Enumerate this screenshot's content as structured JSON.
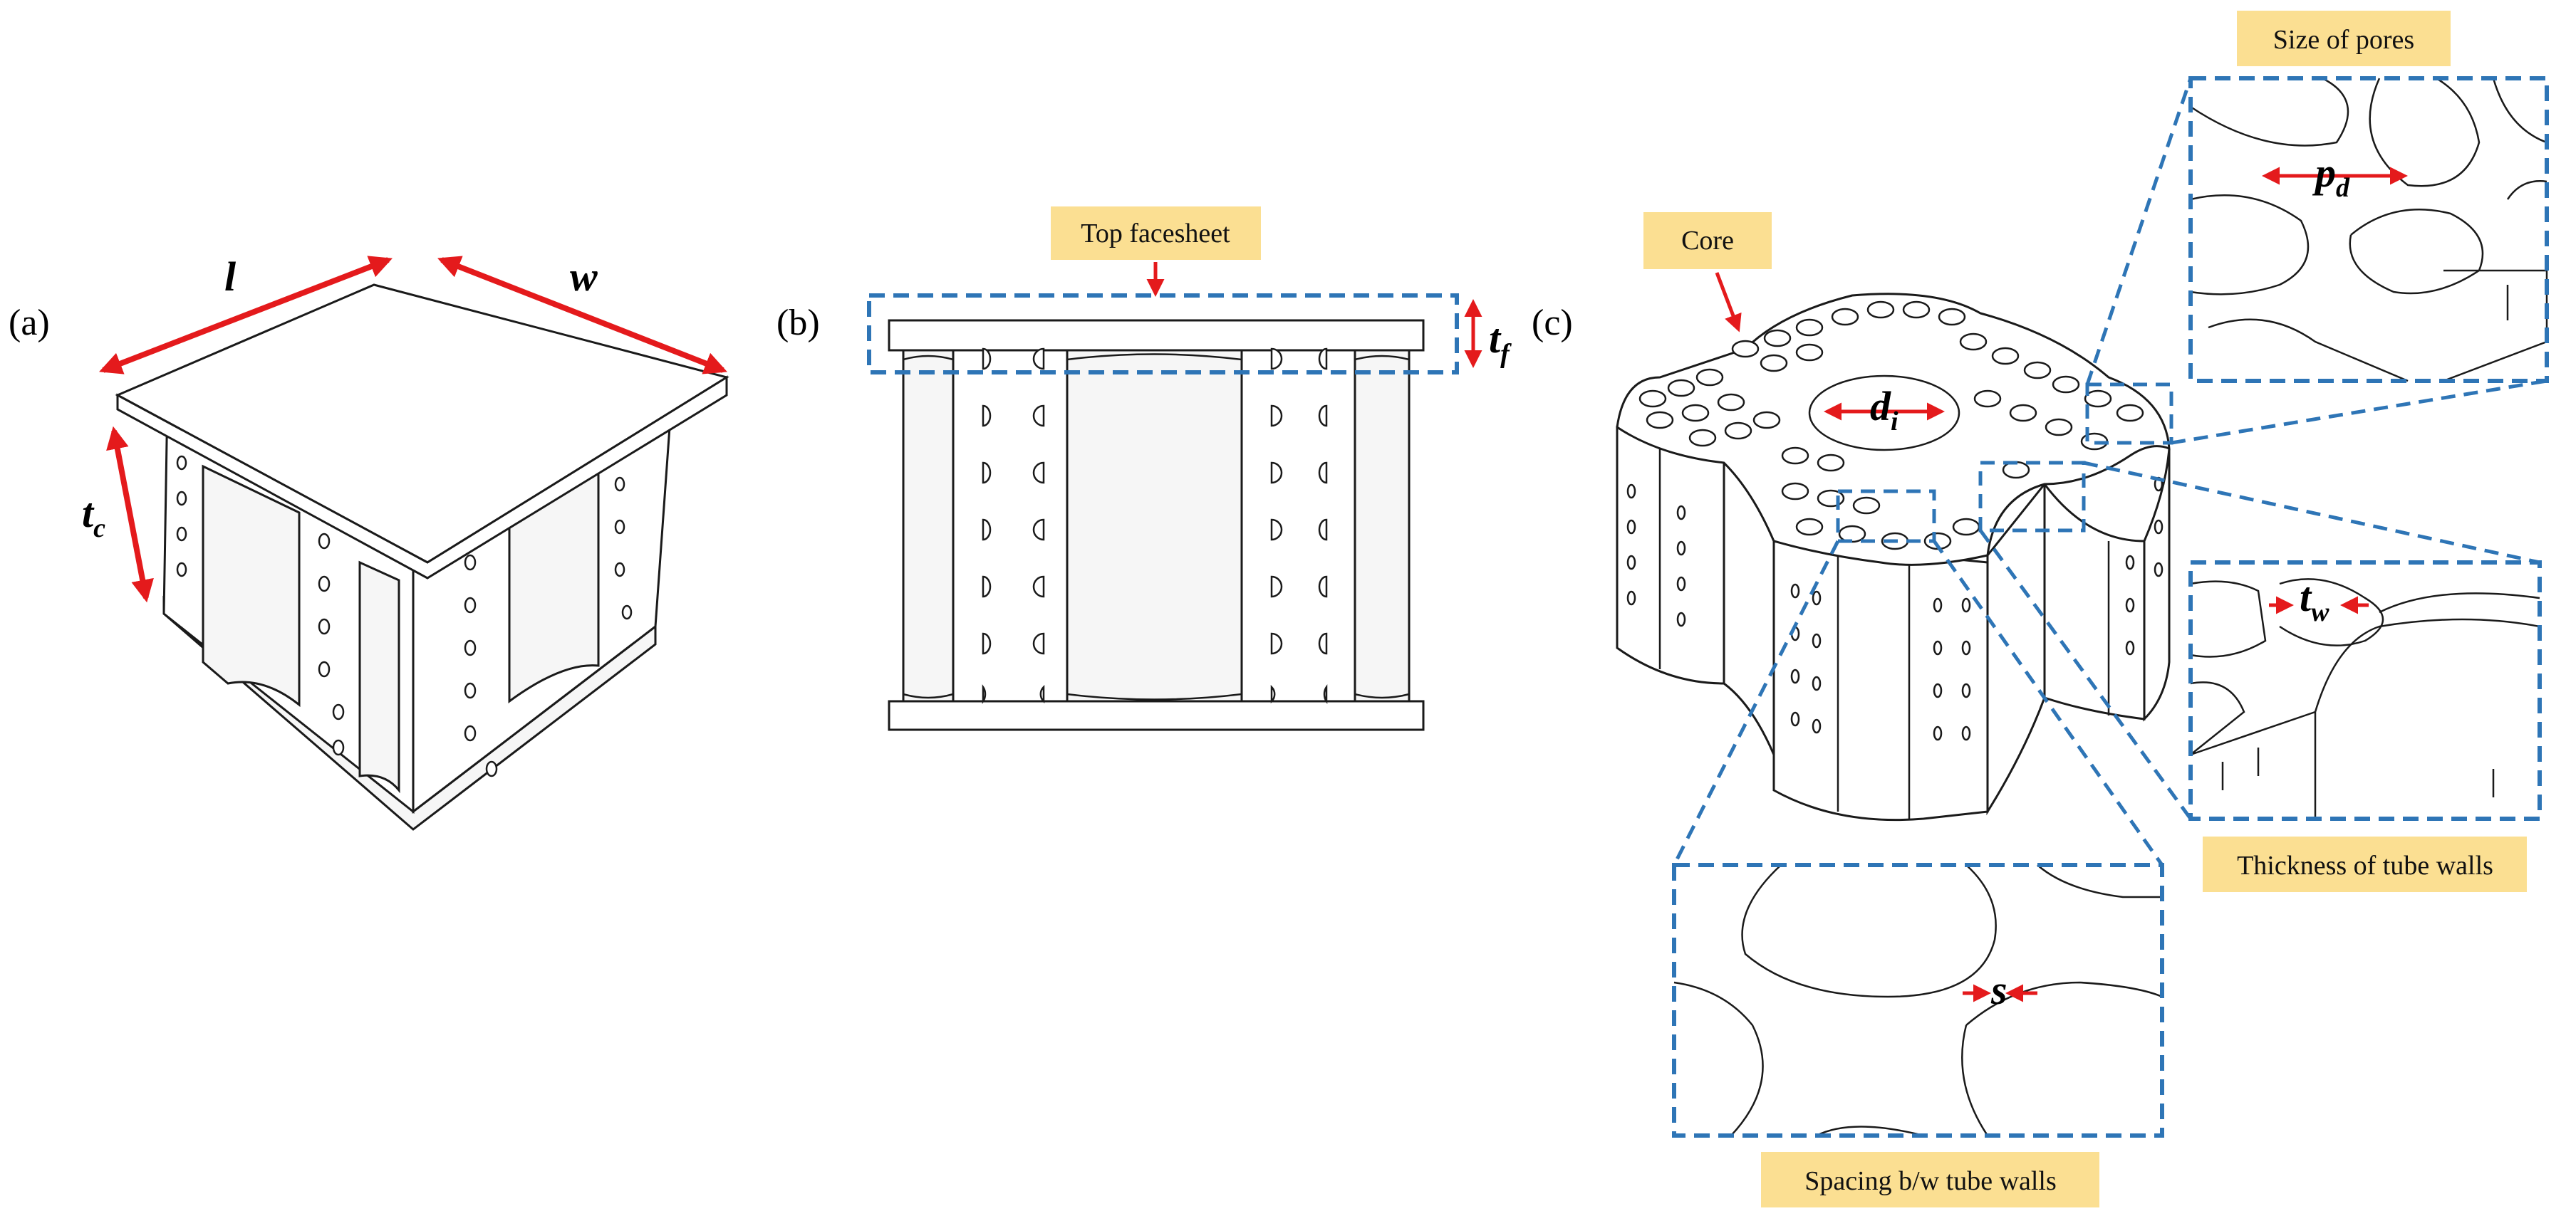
{
  "panels": {
    "a": {
      "letter": "(a)",
      "labels": {
        "l": "l",
        "w": "w",
        "tc_main": "t",
        "tc_sub": "c"
      }
    },
    "b": {
      "letter": "(b)",
      "callout": "Top facesheet",
      "labels": {
        "tf_main": "t",
        "tf_sub": "f"
      }
    },
    "c": {
      "letter": "(c)",
      "callouts": {
        "core": "Core",
        "pores": "Size of pores",
        "walls": "Thickness of tube walls",
        "spacing": "Spacing b/w tube walls"
      },
      "labels": {
        "di_main": "d",
        "di_sub": "i",
        "pd_main": "p",
        "pd_sub": "d",
        "tw_main": "t",
        "tw_sub": "w",
        "s": "s"
      }
    }
  },
  "colors": {
    "arrow": "#e41a1c",
    "detail_box": "#2e75b6",
    "callout_fill": "#fbdf92",
    "line": "#1a1a1a"
  }
}
